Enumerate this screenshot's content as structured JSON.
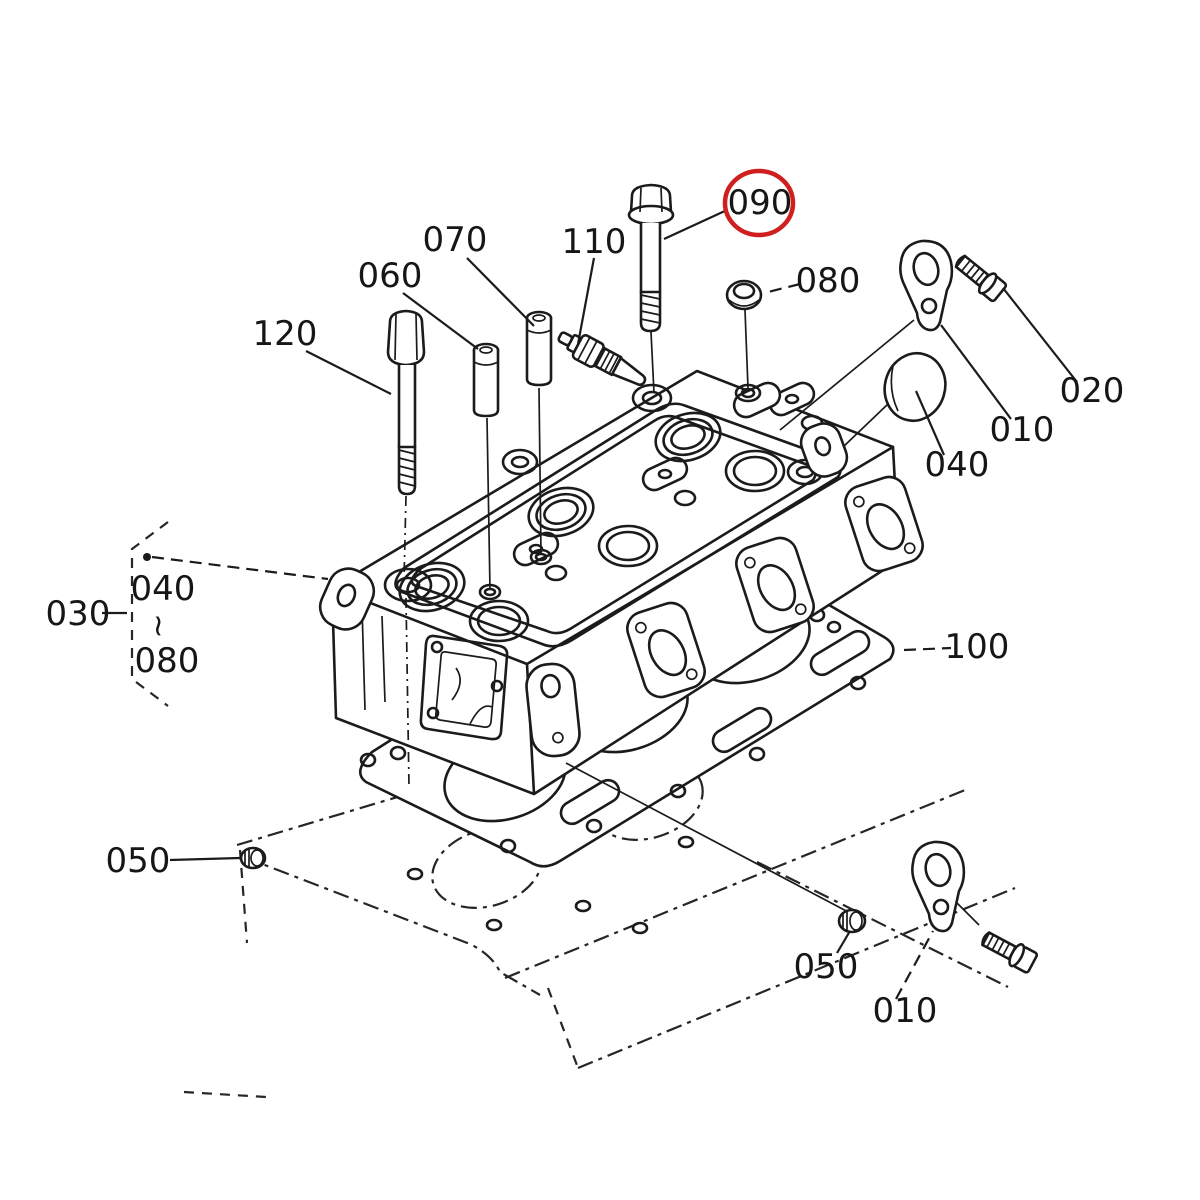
{
  "figure": {
    "kind": "exploded-parts-diagram",
    "subject": "engine cylinder head assembly line drawing",
    "background_color": "#ffffff"
  },
  "colors": {
    "line": "#1b1b1b",
    "label_text": "#161616",
    "highlight": "#cf1f1f"
  },
  "highlight": {
    "circled_label": "090",
    "shape": "ellipse",
    "color": "#cf1f1f"
  },
  "callouts": [
    {
      "label": "120"
    },
    {
      "label": "060"
    },
    {
      "label": "070"
    },
    {
      "label": "110"
    },
    {
      "label": "090",
      "circled": true
    },
    {
      "label": "080"
    },
    {
      "label": "020"
    },
    {
      "label": "010"
    },
    {
      "label": "040"
    },
    {
      "label": "100"
    },
    {
      "label": "030"
    },
    {
      "label": "040"
    },
    {
      "label": "~"
    },
    {
      "label": "080"
    },
    {
      "label": "050"
    },
    {
      "label": "050"
    },
    {
      "label": "010"
    }
  ],
  "bracket_group": {
    "label": "030",
    "range_from": "040",
    "range_symbol": "~",
    "range_to": "080"
  }
}
